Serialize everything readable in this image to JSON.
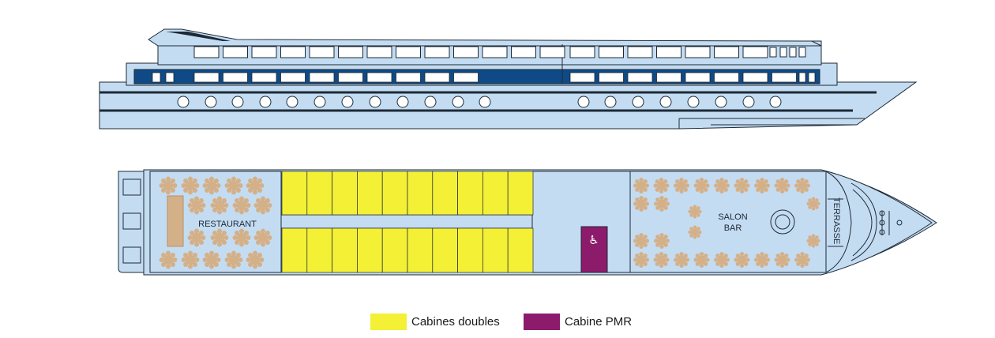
{
  "colors": {
    "hull": "#c4dcf2",
    "outline": "#1d2a36",
    "dark_window_band": "#0f4a86",
    "cabins_doubles": "#f3f035",
    "cabin_pmr": "#8d1b6b",
    "table": "#d4b089",
    "deck_floor": "#c4dcf2"
  },
  "labels": {
    "restaurant": "RESTAURANT",
    "salon_line1": "SALON",
    "salon_line2": "BAR",
    "terrasse": "TERRASSE",
    "wheelchair_symbol": "♿"
  },
  "legend": [
    {
      "label": "Cabines doubles",
      "color": "#f3f035"
    },
    {
      "label": "Cabine PMR",
      "color": "#8d1b6b"
    }
  ],
  "icons": [
    "wheelchair-icon",
    "anchor-winch-icon",
    "round-table-icon",
    "porthole-icon"
  ]
}
